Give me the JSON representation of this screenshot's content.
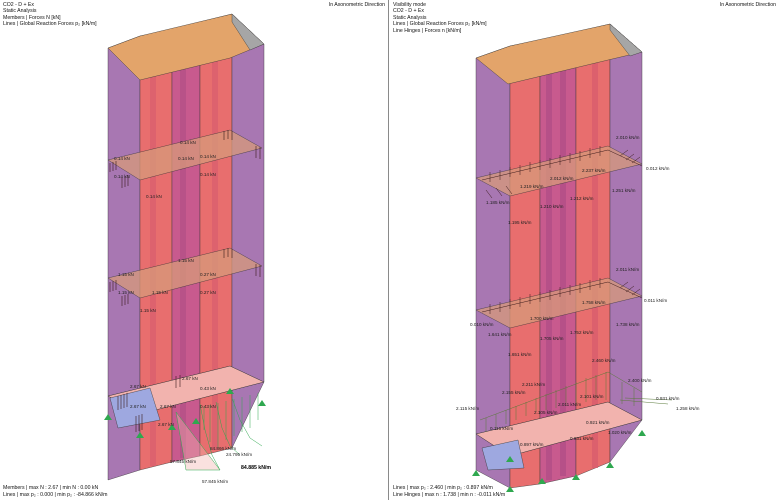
{
  "left_view": {
    "header": {
      "line1": "CO2 - D + Ex",
      "line2": "Static Analysis",
      "line3": "Members | Forces N [kN]",
      "line4": "Lines | Global Reaction Forces p₂ [kN/m]"
    },
    "direction": "In Axonometric Direction",
    "footer": {
      "line1": "Members | max N : 2.67 | min N : 0.00 kN",
      "line2": "Lines | max p₂ : 0.000 | min p₂ : -84.866 kN/m"
    },
    "labels": {
      "n_upper": [
        "0.14 kN",
        "0.14 kN",
        "0.14 kN",
        "0.14 kN",
        "0.14 kN",
        "0.14 kN",
        "0.14 kN"
      ],
      "n_middle": [
        "1.15 kN",
        "1.15 kN",
        "1.15 kN",
        "1.15 kN",
        "0.27 kN",
        "0.27 kN",
        "1.15 kN"
      ],
      "n_lower": [
        "2.67 kN",
        "2.67 kN",
        "2.67 kN",
        "2.67 kN",
        "0.43 kN",
        "0.43 kN",
        "2.67 kN"
      ],
      "reactions": [
        "57.845 kN/m",
        "84.866 kN/m",
        "24.795 kN/m",
        "57.845 kN/m"
      ],
      "reaction_max": "84.885 kN/m"
    }
  },
  "right_view": {
    "header": {
      "line1": "Visibility mode",
      "line2": "CO2 - D + Ex",
      "line3": "Static Analysis",
      "line4": "Lines | Global Reaction Forces p₂ [kN/m]",
      "line5": "Line Hinges | Forces n [kN/m]"
    },
    "direction": "In Axonometric Direction",
    "footer": {
      "line1": "Lines | max p₂ : 2.460 | min p₂ : 0.897 kN/m",
      "line2": "Line Hinges | max n : 1.738 | min n : -0.011 kN/m"
    },
    "labels": {
      "hinge_upper": [
        "2.010 kN/m",
        "2.237 kN/m",
        "2.012 kN/m",
        "1.219 kN/m",
        "1.212 kN/m",
        "1.251 kN/m",
        "1.185 kN/m",
        "1.210 kN/m",
        "1.195 kN/m",
        "0.012 kN/m"
      ],
      "hinge_middle": [
        "2.011 kN/m",
        "1.758 kN/m",
        "1.700 kN/m",
        "1.752 kN/m",
        "1.738 kN/m",
        "1.641 kN/m",
        "1.651 kN/m",
        "1.705 kN/m",
        "0.011 kN/m",
        "0.010 kN/m"
      ],
      "reactions": [
        "2.460 kN/m",
        "2.211 kN/m",
        "2.155 kN/m",
        "2.105 kN/m",
        "2.011 kN/m",
        "2.101 kN/m",
        "2.400 kN/m",
        "0.931 kN/m",
        "1.258 kN/m",
        "2.115 kN/m",
        "0.115 kN/m",
        "0.921 kN/m",
        "0.897 kN/m",
        "1.020 kN/m",
        "0.931 kN/m"
      ]
    }
  },
  "colors": {
    "wall_purple": "#a877b2",
    "wall_red": "#e86e6e",
    "wall_magenta": "#c85a8e",
    "top_orange": "#e3a46a",
    "top_gray": "#a6a6a6",
    "slab_orange": "#d79a7a",
    "base_pink": "#f2b3ae",
    "base_blue": "#9ea8e0",
    "support_green": "#2fa84f",
    "hatch_dark": "#3a1a1a",
    "hinge_green": "#5a7a3a"
  }
}
